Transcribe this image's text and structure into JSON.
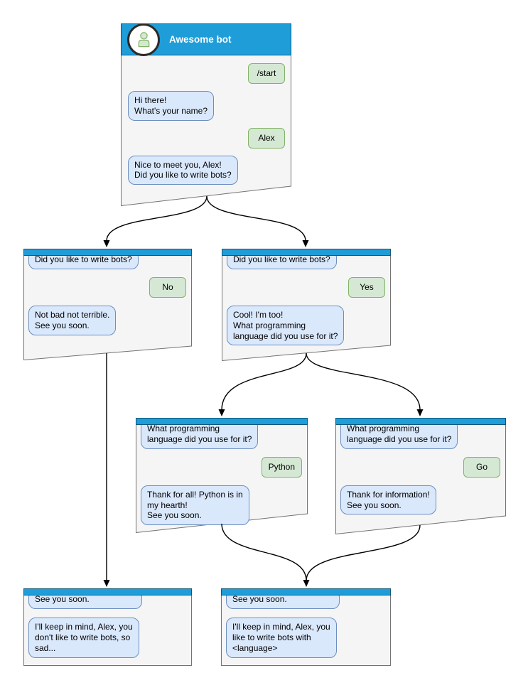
{
  "diagram": {
    "kind": "chatbot-conversation-flow",
    "window_title": "Awesome bot"
  },
  "colors": {
    "titlebar_blue": "#1E9DD9",
    "card_fill": "#F5F5F5",
    "card_border": "#737373",
    "bot_bubble_fill": "#DAE8FC",
    "bot_bubble_border": "#6C8EBF",
    "user_bubble_fill": "#D5E8D4",
    "user_bubble_border": "#82B366",
    "arrow": "#000000",
    "title_text": "#FFFFFF"
  },
  "icons": {
    "avatar": "person-icon"
  },
  "nodes": [
    {
      "id": "start",
      "title": "Awesome bot",
      "messages": [
        {
          "side": "user",
          "text": "/start"
        },
        {
          "side": "bot",
          "text": "Hi there!\nWhat's your name?"
        },
        {
          "side": "user",
          "text": "Alex"
        },
        {
          "side": "bot",
          "text": "Nice to meet you, Alex!\nDid you like to write bots?"
        }
      ]
    },
    {
      "id": "branch-no",
      "messages": [
        {
          "side": "bot",
          "text": "Did you like to write bots?"
        },
        {
          "side": "user",
          "text": "No"
        },
        {
          "side": "bot",
          "text": "Not bad not terrible.\nSee you soon."
        }
      ]
    },
    {
      "id": "branch-yes",
      "messages": [
        {
          "side": "bot",
          "text": "Did you like to write bots?"
        },
        {
          "side": "user",
          "text": "Yes"
        },
        {
          "side": "bot",
          "text": "Cool! I'm too!\nWhat programming\nlanguage did you use for it?"
        }
      ]
    },
    {
      "id": "branch-python",
      "messages": [
        {
          "side": "bot",
          "text": "What programming\nlanguage did you use for it?"
        },
        {
          "side": "user",
          "text": "Python"
        },
        {
          "side": "bot",
          "text": "Thank for all! Python is in\nmy hearth!\nSee you soon."
        }
      ]
    },
    {
      "id": "branch-go",
      "messages": [
        {
          "side": "bot",
          "text": "What programming\nlanguage did you use for it?"
        },
        {
          "side": "user",
          "text": "Go"
        },
        {
          "side": "bot",
          "text": "Thank for information!\nSee you soon."
        }
      ]
    },
    {
      "id": "final-no",
      "messages": [
        {
          "side": "bot",
          "text": "See you soon."
        },
        {
          "side": "bot",
          "text": "I'll keep in mind, Alex, you\ndon't like to write bots, so\nsad..."
        }
      ]
    },
    {
      "id": "final-yes",
      "messages": [
        {
          "side": "bot",
          "text": "See you soon."
        },
        {
          "side": "bot",
          "text": "I'll keep in mind, Alex, you\nlike to write bots with\n<language>"
        }
      ]
    }
  ],
  "edges": [
    {
      "from": "start",
      "to": "branch-no"
    },
    {
      "from": "start",
      "to": "branch-yes"
    },
    {
      "from": "branch-no",
      "to": "final-no"
    },
    {
      "from": "branch-yes",
      "to": "branch-python"
    },
    {
      "from": "branch-yes",
      "to": "branch-go"
    },
    {
      "from": "branch-python",
      "to": "final-yes"
    },
    {
      "from": "branch-go",
      "to": "final-yes"
    }
  ]
}
